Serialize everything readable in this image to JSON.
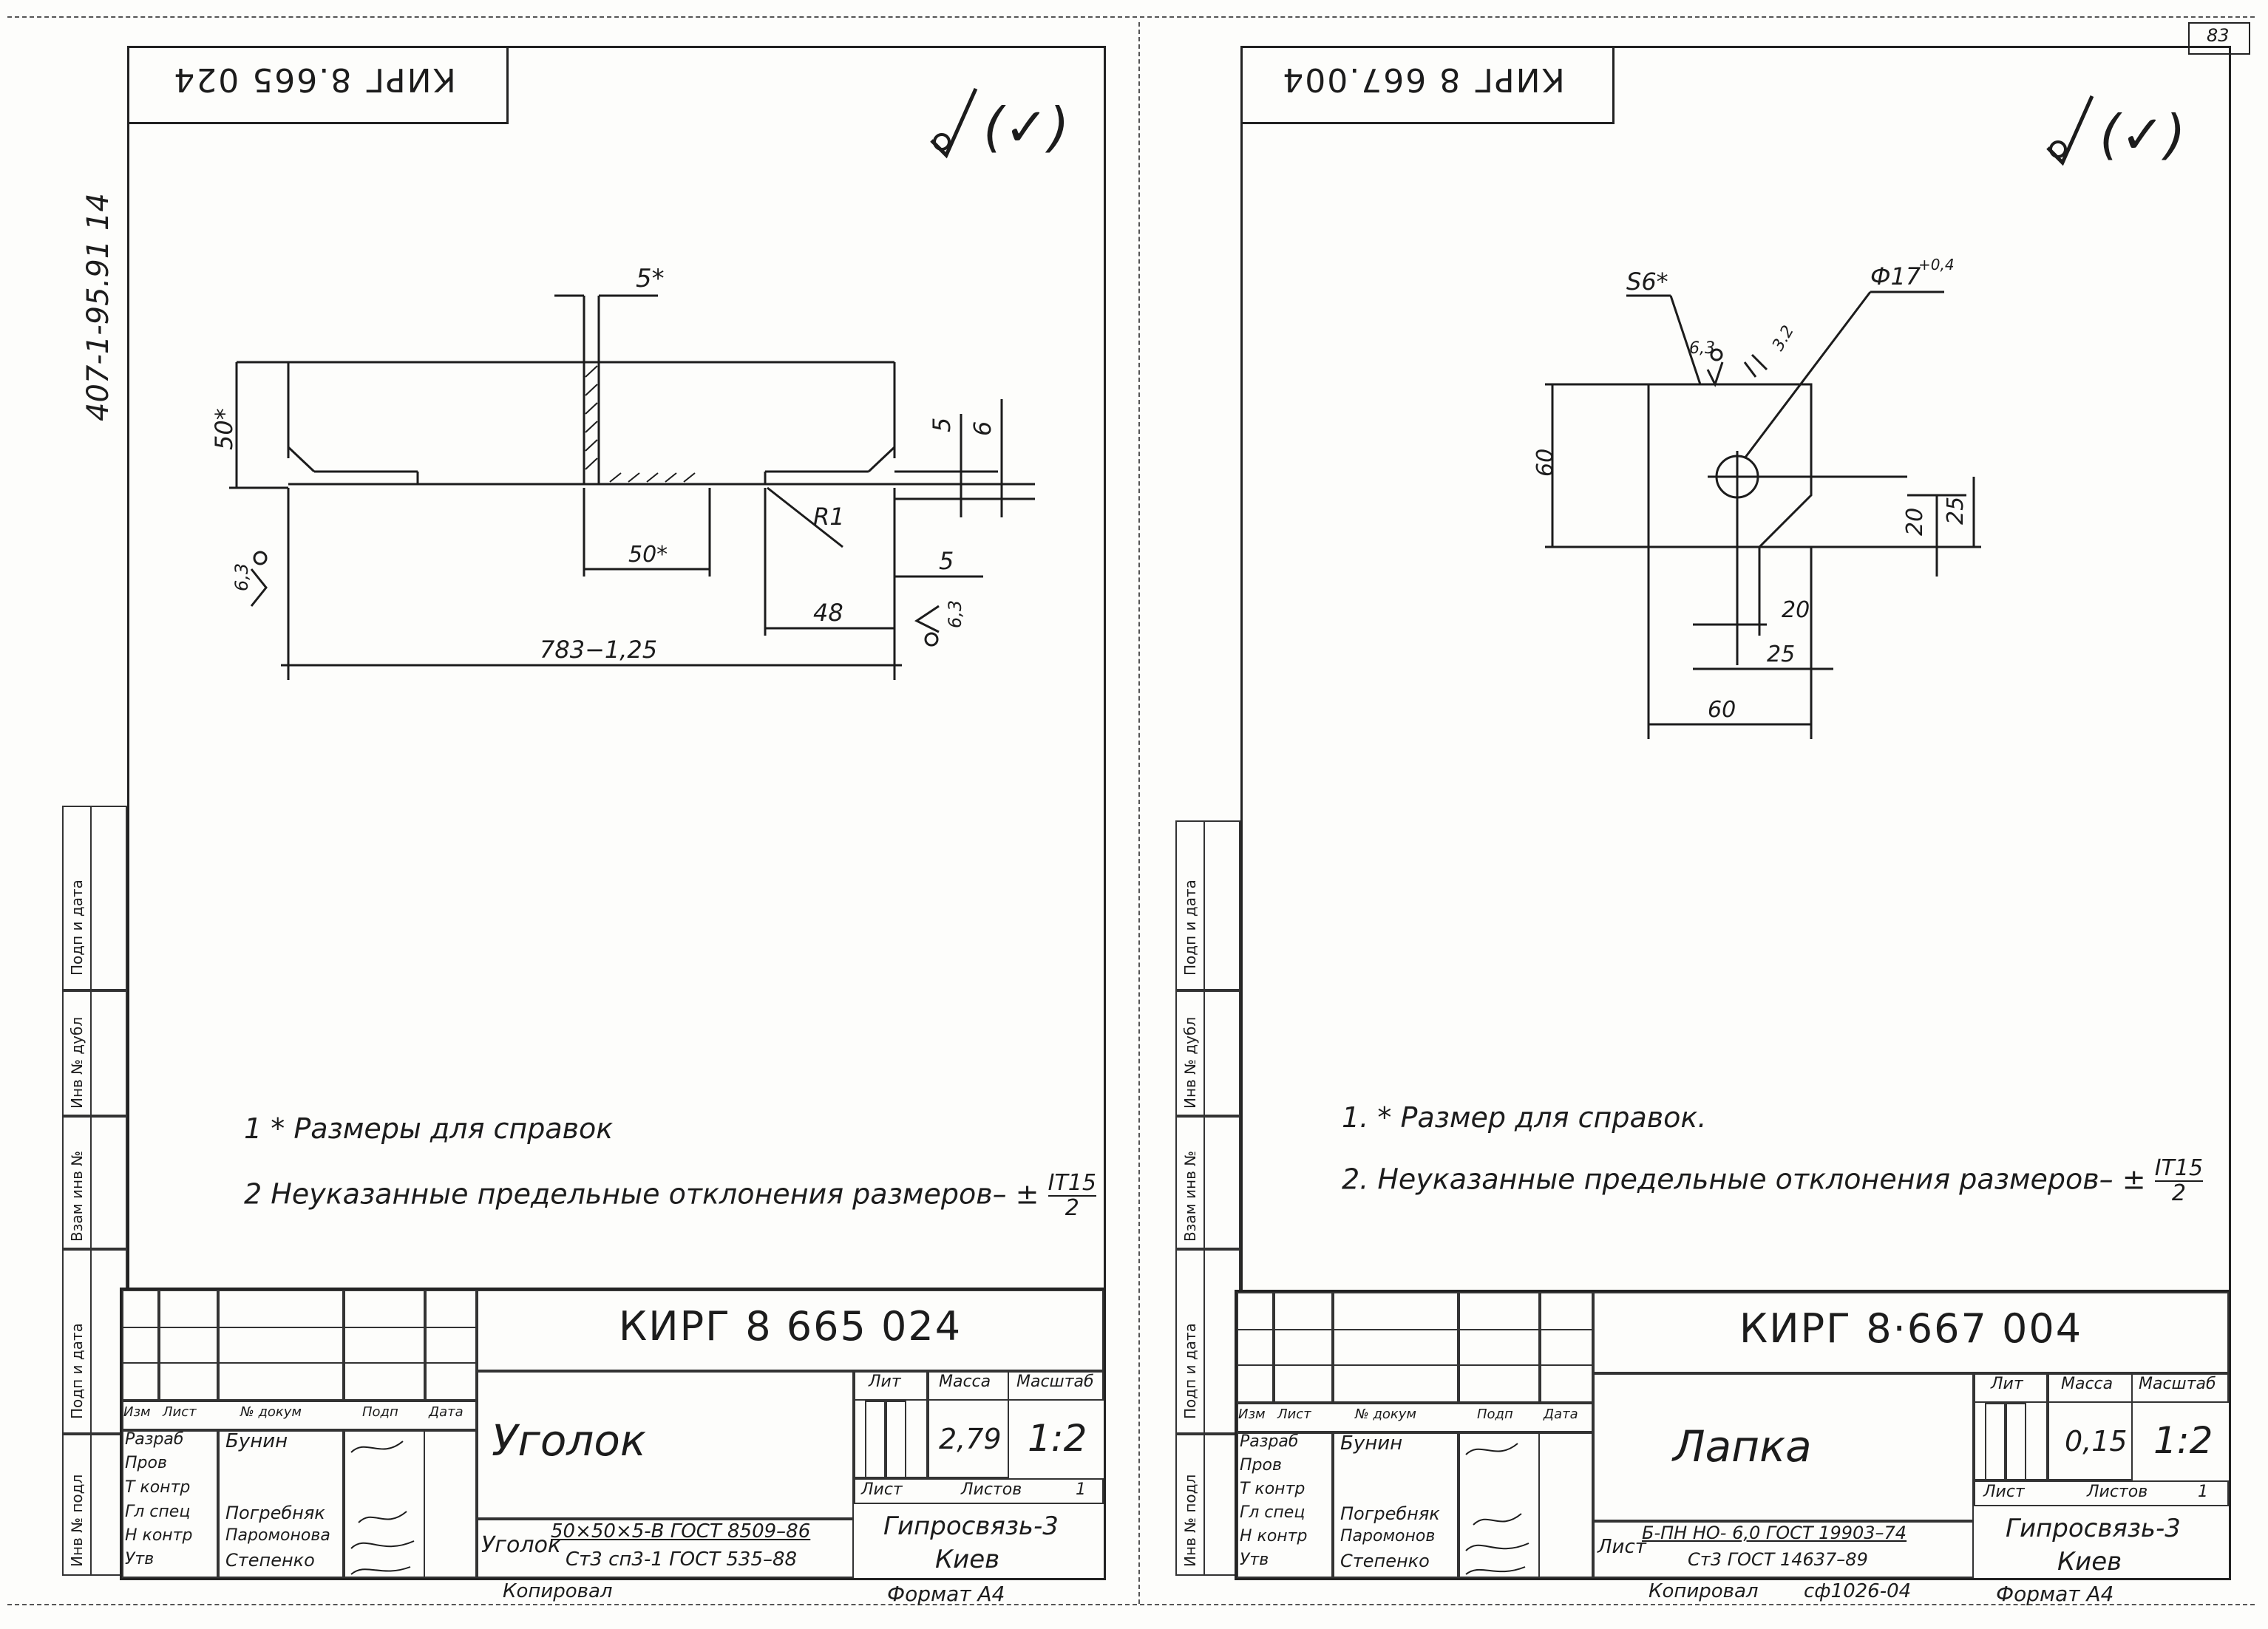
{
  "corner_sheet_no": "83",
  "margin_code": "407-1-95.91 14",
  "side_labels": [
    "Подп и дата",
    "Инв № дубл",
    "Взам инв №",
    "Подп и дата",
    "Инв № подл"
  ],
  "left": {
    "rotated_code": "КИРГ 8.665 024",
    "roughness_mark": "(✓)",
    "dims": {
      "thick": "5*",
      "height": "50*",
      "d5": "5",
      "d6": "6",
      "r1": "R1",
      "rough_left": "6,3",
      "rough_right": "6,3",
      "len50": "50*",
      "d5b": "5",
      "len48": "48",
      "total": "783−1,25"
    },
    "notes": {
      "n1_num": "1",
      "n1_text": "* Размеры для справок",
      "n2_num": "2",
      "n2_text": "Неуказанные предельные отклонения размеров– ±",
      "frac_num": "IT15",
      "frac_den": "2"
    },
    "stamp": {
      "code": "КИРГ 8 665 024",
      "name": "Уголок",
      "col_headers": [
        "Изм",
        "Лист",
        "№ докум",
        "Подп",
        "Дата"
      ],
      "rows": [
        {
          "role": "Разраб",
          "name": "Бунин"
        },
        {
          "role": "Пров",
          "name": ""
        },
        {
          "role": "Т контр",
          "name": ""
        },
        {
          "role": "Гл спец",
          "name": "Погребняк"
        },
        {
          "role": "Н контр",
          "name": "Паромонова"
        },
        {
          "role": "Утв",
          "name": "Степенко"
        }
      ],
      "lit_label": "Лит",
      "mass_label": "Масса",
      "scale_label": "Масштаб",
      "mass": "2,79",
      "scale": "1:2",
      "sheet_label": "Лист",
      "sheets_label": "Листов",
      "sheets": "1",
      "material_prefix": "Уголок",
      "material_top": "50×50×5-В ГОСТ 8509–86",
      "material_bot": "Ст3 сп3-1 ГОСТ 535–88",
      "org1": "Гипросвязь-3",
      "org2": "Киев",
      "copied": "Копировал",
      "format": "Формат А4"
    }
  },
  "right": {
    "rotated_code": "КИРГ 8 667.004",
    "roughness_mark": "(✓)",
    "dims": {
      "s": "S6*",
      "rough": "6,3",
      "chamfer": "3.2",
      "dia": "Ф17",
      "dia_tol": "+0,4",
      "h60": "60",
      "v20": "20",
      "v25": "25",
      "h20": "20",
      "h25": "25",
      "w60": "60"
    },
    "notes": {
      "n1_num": "1.",
      "n1_text": "* Размер для справок.",
      "n2_num": "2.",
      "n2_text": "Неуказанные предельные отклонения размеров– ±",
      "frac_num": "IT15",
      "frac_den": "2"
    },
    "stamp": {
      "code": "КИРГ 8·667 004",
      "name": "Лапка",
      "col_headers": [
        "Изм",
        "Лист",
        "№ докум",
        "Подп",
        "Дата"
      ],
      "rows": [
        {
          "role": "Разраб",
          "name": "Бунин"
        },
        {
          "role": "Пров",
          "name": ""
        },
        {
          "role": "Т контр",
          "name": ""
        },
        {
          "role": "Гл спец",
          "name": "Погребняк"
        },
        {
          "role": "Н контр",
          "name": "Паромонов"
        },
        {
          "role": "Утв",
          "name": "Степенко"
        }
      ],
      "lit_label": "Лит",
      "mass_label": "Масса",
      "scale_label": "Масштаб",
      "mass": "0,15",
      "scale": "1:2",
      "sheet_label": "Лист",
      "sheets_label": "Листов",
      "sheets": "1",
      "material_prefix": "Лист",
      "material_top": "Б-ПН НО- 6,0 ГОСТ 19903–74",
      "material_bot": "Ст3 ГОСТ 14637–89",
      "org1": "Гипросвязь-3",
      "org2": "Киев",
      "copied": "Копировал",
      "copied_code": "сф1026-04",
      "format": "Формат А4"
    }
  }
}
